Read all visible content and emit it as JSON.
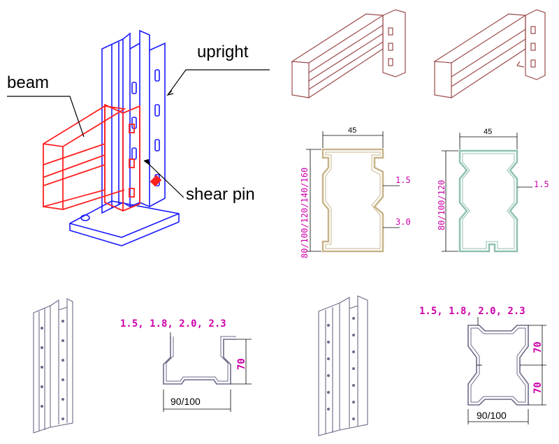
{
  "assembly": {
    "label_upright": "upright",
    "label_beam": "beam",
    "label_shear_pin": "shear pin"
  },
  "beam_profile_a": {
    "width": "45",
    "height": "80/100/120/140/160",
    "thickness_web": "1.5",
    "thickness_flange": "3.0"
  },
  "beam_profile_b": {
    "width": "45",
    "height": "80/100/120",
    "thickness": "1.5"
  },
  "upright_profile_a": {
    "thickness": "1.5, 1.8, 2.0, 2.3",
    "depth": "70",
    "width": "90/100"
  },
  "upright_profile_b": {
    "thickness": "1.5, 1.8, 2.0, 2.3",
    "depth_top": "70",
    "depth_bottom": "70",
    "width": "90/100"
  },
  "colors": {
    "upright": "#1a1aff",
    "beam": "#ff2020",
    "beam_iso": "#9b4a4a",
    "profile_a": "#c8b48a",
    "profile_b": "#8fc0b0",
    "upright_drawing": "#6a6a88",
    "dimension_text": "#cc00aa"
  }
}
